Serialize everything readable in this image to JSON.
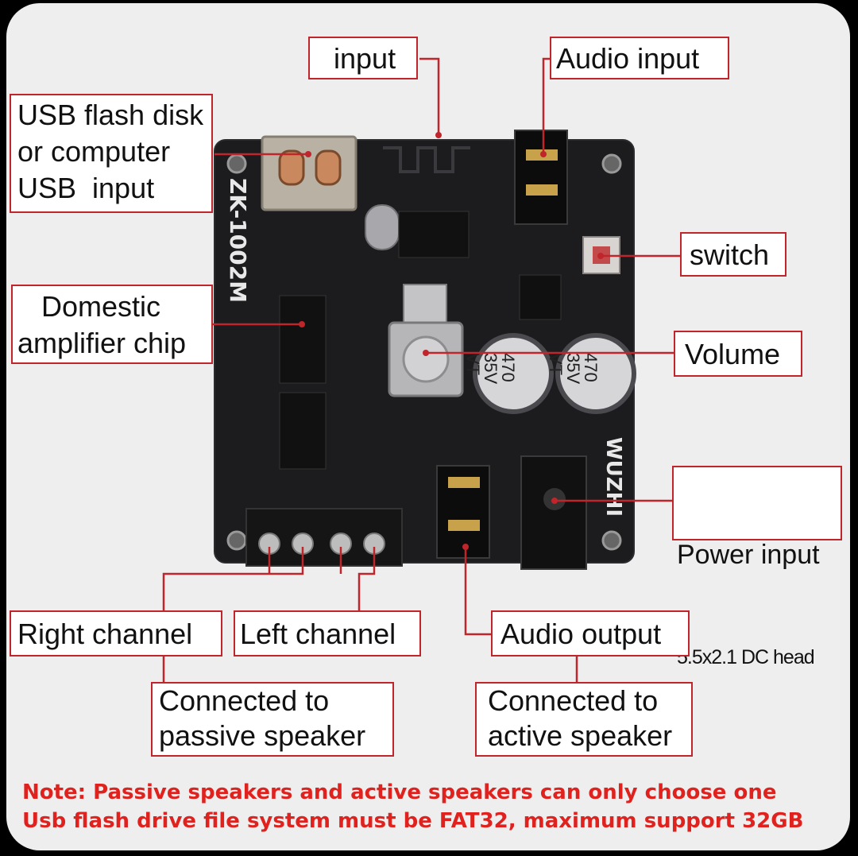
{
  "board": {
    "model": "ZK-1002M",
    "brand": "WUZHI",
    "cap1": [
      "470",
      "35V",
      "VT"
    ],
    "cap2": [
      "470",
      "35V",
      "VT"
    ]
  },
  "labels": {
    "input": "input",
    "audio_input": "Audio input",
    "usb_input": "USB flash disk\nor computer\nUSB  input",
    "switch": "switch",
    "amp_chip": "   Domestic\namplifier chip",
    "volume": "Volume",
    "power_input_line1": "Power input",
    "power_input_line2": "5.5x2.1 DC head",
    "right_channel": "Right channel",
    "left_channel": "Left channel",
    "audio_output": "Audio output",
    "passive_speaker": "Connected to\npassive speaker",
    "active_speaker": "Connected to\nactive speaker"
  },
  "notes": {
    "line1": "Note: Passive speakers and active speakers can only choose one",
    "line2": "Usb flash drive file system must be FAT32, maximum support 32GB"
  },
  "colors": {
    "accent": "#c0252b",
    "note": "#e0221e",
    "pcb": "#1c1c1e"
  }
}
